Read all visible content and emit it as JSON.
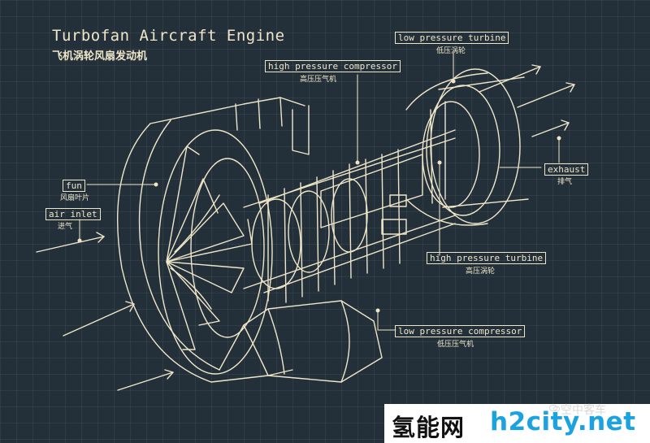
{
  "title": "Turbofan Aircraft Engine",
  "subtitle": "飞机涡轮风扇发动机",
  "labels": {
    "lpt": {
      "en": "low pressure turbine",
      "zh": "低压涡轮"
    },
    "hpc": {
      "en": "high pressure compressor",
      "zh": "高压压气机"
    },
    "fan": {
      "en": "fun",
      "zh": "风扇叶片"
    },
    "inlet": {
      "en": "air inlet",
      "zh": "进气"
    },
    "exhaust": {
      "en": "exhaust",
      "zh": "排气"
    },
    "hpt": {
      "en": "high pressure turbine",
      "zh": "高压涡轮"
    },
    "lpc": {
      "en": "low pressure compressor",
      "zh": "低压压气机"
    }
  },
  "watermark": "空中客车",
  "banner": {
    "cn": "氢能网",
    "en": "h2city.net"
  },
  "colors": {
    "background": "#243039",
    "line": "#efe6c9",
    "brand_blue": "#1aa3e0"
  }
}
